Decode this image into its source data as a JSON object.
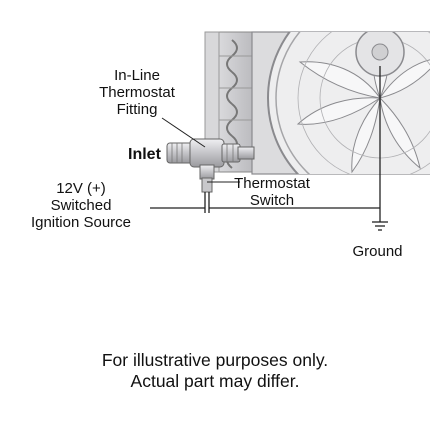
{
  "labels": {
    "fitting": [
      "In-Line",
      "Thermostat",
      "Fitting"
    ],
    "inlet": "Inlet",
    "switch": [
      "Thermostat",
      "Switch"
    ],
    "power": [
      "12V (+)",
      "Switched",
      "Ignition Source"
    ],
    "ground": "Ground"
  },
  "disclaimer": [
    "For illustrative purposes only.",
    "Actual part may differ."
  ],
  "colors": {
    "metal": "#cfcfd1",
    "metal_dark": "#8a8a8e",
    "line": "#222222"
  }
}
